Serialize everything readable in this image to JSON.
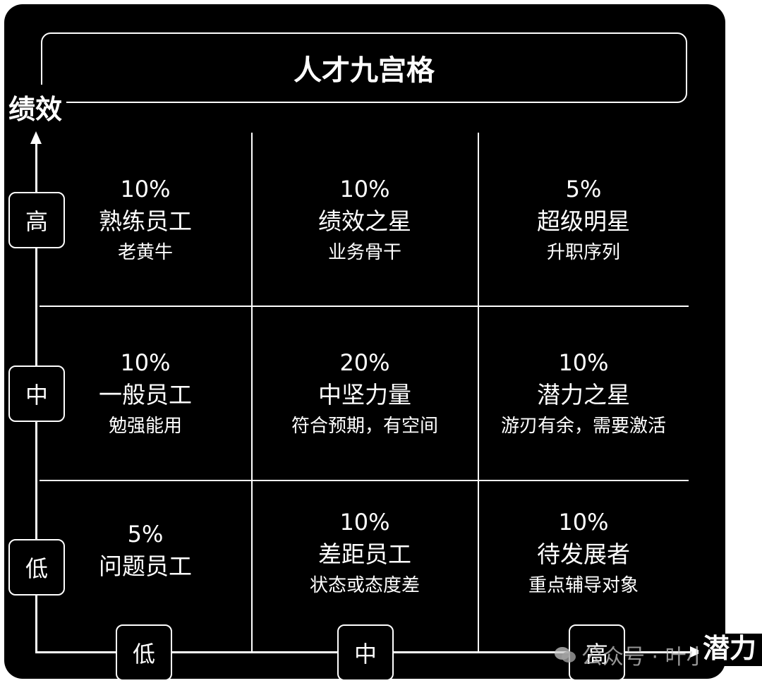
{
  "title": "人才九宫格",
  "y_axis": {
    "label": "绩效",
    "levels": [
      "高",
      "中",
      "低"
    ]
  },
  "x_axis": {
    "label": "潜力",
    "levels": [
      "低",
      "中",
      "高"
    ]
  },
  "cells": [
    {
      "percent": "10%",
      "name": "熟练员工",
      "desc": "老黄牛"
    },
    {
      "percent": "10%",
      "name": "绩效之星",
      "desc": "业务骨干"
    },
    {
      "percent": "5%",
      "name": "超级明星",
      "desc": "升职序列"
    },
    {
      "percent": "10%",
      "name": "一般员工",
      "desc": "勉强能用"
    },
    {
      "percent": "20%",
      "name": "中坚力量",
      "desc": "符合预期，有空间"
    },
    {
      "percent": "10%",
      "name": "潜力之星",
      "desc": "游刃有余，需要激活"
    },
    {
      "percent": "5%",
      "name": "问题员工",
      "desc": ""
    },
    {
      "percent": "10%",
      "name": "差距员工",
      "desc": "状态或态度差"
    },
    {
      "percent": "10%",
      "name": "待发展者",
      "desc": "重点辅导对象"
    }
  ],
  "watermark": "公众号 · 叶小鱼",
  "colors": {
    "background": "#000000",
    "foreground": "#ffffff"
  }
}
